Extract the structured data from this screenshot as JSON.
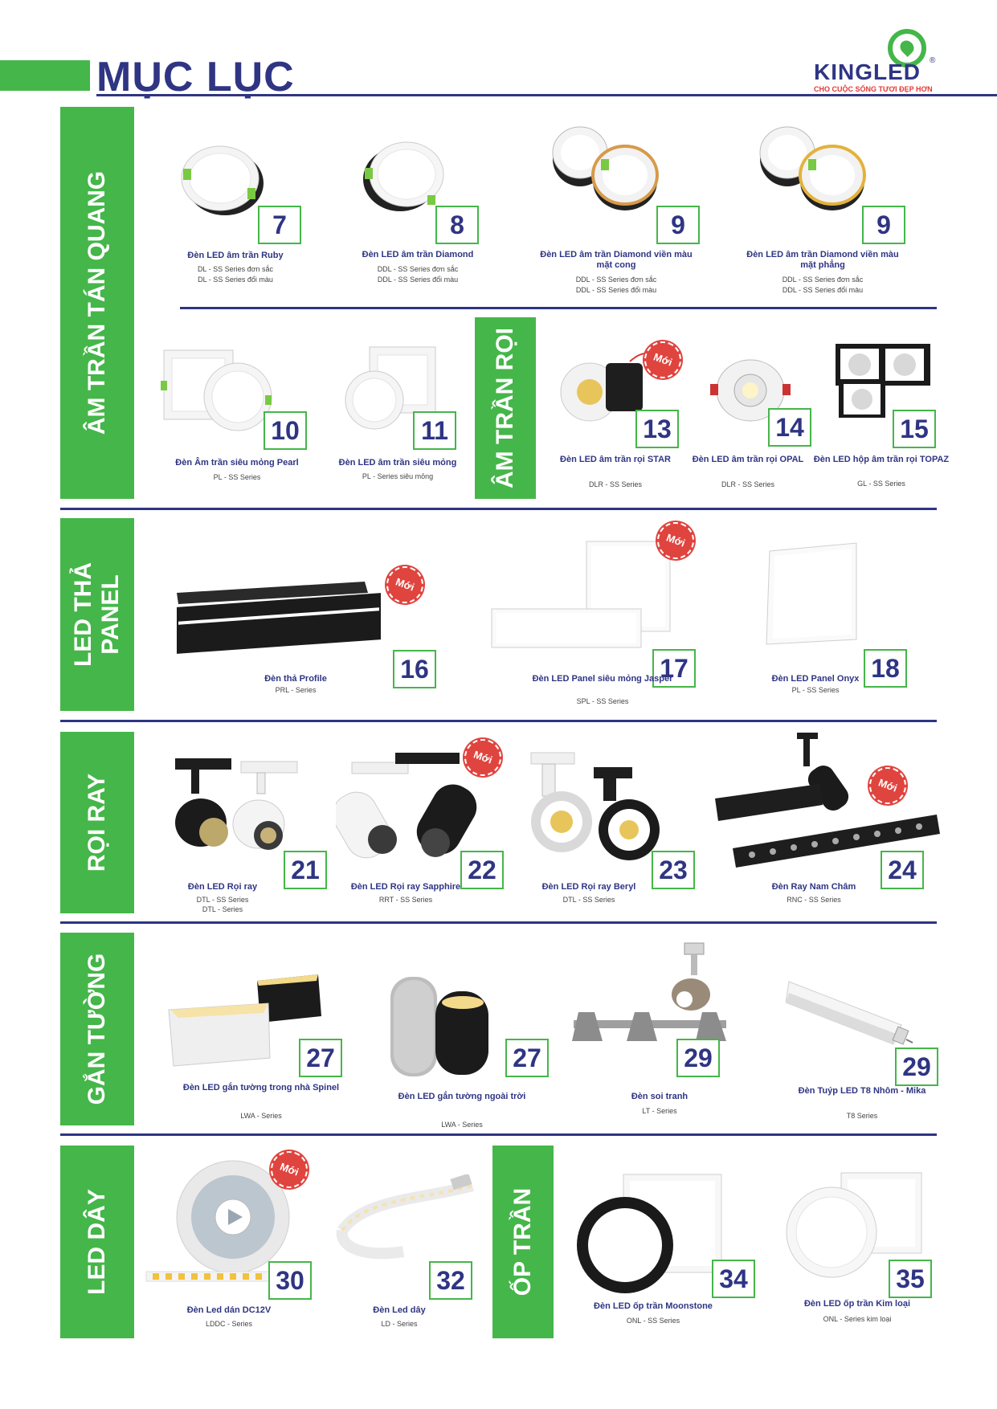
{
  "header": {
    "title": "MỤC LỤC"
  },
  "logo": {
    "brand": "KINGLED",
    "reg": "®",
    "tagline": "CHO CUỘC SỐNG TƯƠI ĐẸP HƠN"
  },
  "sections": {
    "am_tran_tan_quang": "ÂM TRẦN TÁN QUANG",
    "am_tran_roi": "ÂM TRẦN RỌI",
    "led_tha_panel_1": "LED THẢ",
    "led_tha_panel_2": "PANEL",
    "roi_ray": "RỌI RAY",
    "gan_tuong": "GẮN TƯỜNG",
    "led_day": "LED DÂY",
    "op_tran": "ỐP TRẦN"
  },
  "badge_label": "Mới",
  "products": [
    {
      "page": "7",
      "name": "Đèn LED âm trần Ruby",
      "series": [
        "DL - SS Series đơn sắc",
        "DL - SS Series đổi màu"
      ]
    },
    {
      "page": "8",
      "name": "Đèn LED âm trần Diamond",
      "series": [
        "DDL - SS Series đơn sắc",
        "DDL - SS Series đổi màu"
      ]
    },
    {
      "page": "9",
      "name": "Đèn LED âm trần Diamond viền màu mặt cong",
      "series": [
        "DDL - SS Series đơn sắc",
        "DDL - SS Series đổi màu"
      ]
    },
    {
      "page": "9",
      "name": "Đèn LED âm trần Diamond viền màu mặt phẳng",
      "series": [
        "DDL - SS Series đơn sắc",
        "DDL - SS Series đổi màu"
      ]
    },
    {
      "page": "10",
      "name": "Đèn Âm trần siêu mỏng Pearl",
      "series": [
        "PL - SS Series"
      ]
    },
    {
      "page": "11",
      "name": "Đèn LED âm trần siêu mỏng",
      "series": [
        "PL - Series siêu mỏng"
      ]
    },
    {
      "page": "13",
      "name": "Đèn LED âm trần rọi STAR",
      "series": [
        "DLR - SS Series"
      ]
    },
    {
      "page": "14",
      "name": "Đèn LED âm trần rọi OPAL",
      "series": [
        "DLR - SS Series"
      ]
    },
    {
      "page": "15",
      "name": "Đèn LED hộp âm trần rọi TOPAZ",
      "series": [
        "GL - SS Series"
      ]
    },
    {
      "page": "16",
      "name": "Đèn thả Profile",
      "series": [
        "PRL - Series"
      ]
    },
    {
      "page": "17",
      "name": "Đèn LED Panel siêu mỏng Jasper",
      "series": [
        "SPL - SS Series"
      ]
    },
    {
      "page": "18",
      "name": "Đèn LED Panel Onyx",
      "series": [
        "PL - SS Series"
      ]
    },
    {
      "page": "21",
      "name": "Đèn LED Rọi ray",
      "series": [
        "DTL - SS Series",
        "DTL - Series"
      ]
    },
    {
      "page": "22",
      "name": "Đèn LED Rọi ray Sapphire",
      "series": [
        "RRT - SS Series"
      ]
    },
    {
      "page": "23",
      "name": "Đèn LED Rọi ray Beryl",
      "series": [
        "DTL - SS Series"
      ]
    },
    {
      "page": "24",
      "name": "Đèn Ray Nam Châm",
      "series": [
        "RNC - SS Series"
      ]
    },
    {
      "page": "27",
      "name": "Đèn LED gắn tường trong nhà Spinel",
      "series": [
        "LWA - Series"
      ]
    },
    {
      "page": "27",
      "name": "Đèn LED gắn tường ngoài trời",
      "series": [
        "LWA - Series"
      ]
    },
    {
      "page": "29",
      "name": "Đèn soi tranh",
      "series": [
        "LT - Series"
      ]
    },
    {
      "page": "29",
      "name": "Đèn Tuýp LED T8 Nhôm - Mika",
      "series": [
        "T8 Series"
      ]
    },
    {
      "page": "30",
      "name": "Đèn Led dán DC12V",
      "series": [
        "LDDC - Series"
      ]
    },
    {
      "page": "32",
      "name": "Đèn Led dây",
      "series": [
        "LD - Series"
      ]
    },
    {
      "page": "34",
      "name": "Đèn LED ốp trần Moonstone",
      "series": [
        "ONL - SS Series"
      ]
    },
    {
      "page": "35",
      "name": "Đèn LED ốp trần Kim loại",
      "series": [
        "ONL - Series kim loại"
      ]
    }
  ]
}
